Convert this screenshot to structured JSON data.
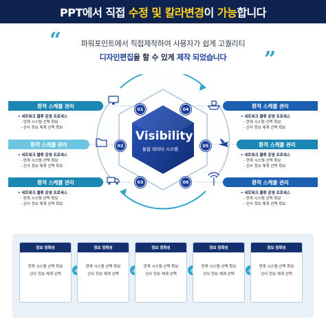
{
  "banner": {
    "pre": "PPT에서 직접 ",
    "hl1": "수정 및 칼라변경",
    "mid": "이 ",
    "hl2": "가능",
    "post": "합니다"
  },
  "intro": {
    "quote_open": "“",
    "quote_close": "”",
    "line1": "파워포인트에서 직접제작하여 사용자가 쉽게 고퀄리티",
    "line2_hl1": "디자인편집",
    "line2_mid": "을 할 수 있게 ",
    "line2_hl2": "제작 되었습니다"
  },
  "center": {
    "title": "Visibility",
    "subtitle": "통합 데이터 시스템"
  },
  "numbers": [
    "01",
    "02",
    "03",
    "04",
    "05",
    "06"
  ],
  "left_labels": [
    "환적 스케쥴 관리",
    "환적 스케쥴 관리",
    "환적 스케쥴 관리"
  ],
  "right_labels": [
    "환적 스케쥴 관리",
    "환적 스케쥴 관리",
    "환적 스케쥴 관리"
  ],
  "bullets": {
    "main": "네트워크 물류 운영 프로세스",
    "sub1": "연계 시스템 선택 확보",
    "sub2": "선사 정보 체계 선택 확보"
  },
  "bottom_cards": [
    {
      "title": "정보 정확성",
      "line1": "연계 시스템 선택 확보",
      "line2": "선사 정보 체계 선택"
    },
    {
      "title": "정보 정확성",
      "line1": "연계 시스템 선택 확보",
      "line2": "선사 정보 체계 선택"
    },
    {
      "title": "정보 정확성",
      "line1": "연계 시스템 선택 확보",
      "line2": "선사 정보 체계 선택"
    },
    {
      "title": "정보 정확성",
      "line1": "연계 시스템 선택 확보",
      "line2": "선사 정보 체계 선택"
    },
    {
      "title": "정보 정확성",
      "line1": "연계 시스템 선택 확보",
      "line2": "선사 정보 체계 선택"
    }
  ],
  "plus_sign": "+",
  "colors": {
    "navy": "#0f2350",
    "blue": "#1a3f9a",
    "teal": "#2fa6c9",
    "yellow": "#ffd21c",
    "light_teal": "#6cc6e0"
  }
}
